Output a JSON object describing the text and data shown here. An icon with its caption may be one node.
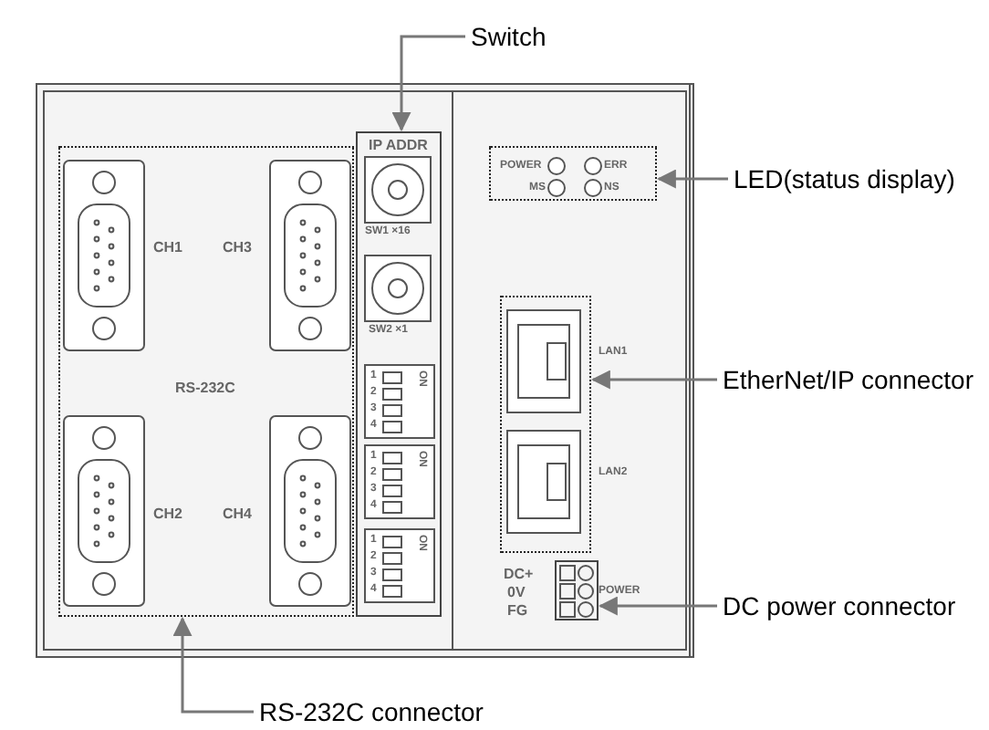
{
  "diagram": {
    "nodes": [
      {
        "text": [
          "Switch"
        ]
      },
      {
        "text": [],
        "shape": "box"
      },
      {
        "text": [
          "LED(status display)"
        ]
      },
      {
        "text": [],
        "shape": "box"
      },
      {
        "text": [
          "EtherNet/IP connector"
        ]
      },
      {
        "text": [],
        "shape": "box",
        "beside": [
          "LAN1",
          "LAN2"
        ]
      },
      {
        "text": [
          "DC power connector"
        ]
      },
      {
        "text": [],
        "shape": "box"
      },
      {
        "text": [
          "RS-232C connector"
        ]
      },
      {
        "text": [],
        "shape": "box"
      }
    ],
    "edges": [
      {
        "from": 0,
        "to": 1,
        "arrow": "to"
      },
      {
        "from": 2,
        "to": 3,
        "arrow": "to"
      },
      {
        "from": 4,
        "to": 5,
        "arrow": "to"
      },
      {
        "from": 6,
        "to": 7,
        "arrow": "to"
      },
      {
        "from": 8,
        "to": 9,
        "arrow": "to"
      }
    ],
    "labels": [
      "CH1",
      "CH3",
      "RS-232C",
      "CH2",
      "CH4",
      "IP ADDR",
      "SW1 ×16",
      "SW2 ×1",
      "1",
      "2",
      "3",
      "4",
      "ON",
      "1",
      "2",
      "3",
      "4",
      "ON",
      "1",
      "2",
      "3",
      "4",
      "ON",
      "POWER",
      "ERR",
      "MS",
      "NS",
      "DC+",
      "0V",
      "FG",
      "POWER"
    ]
  }
}
